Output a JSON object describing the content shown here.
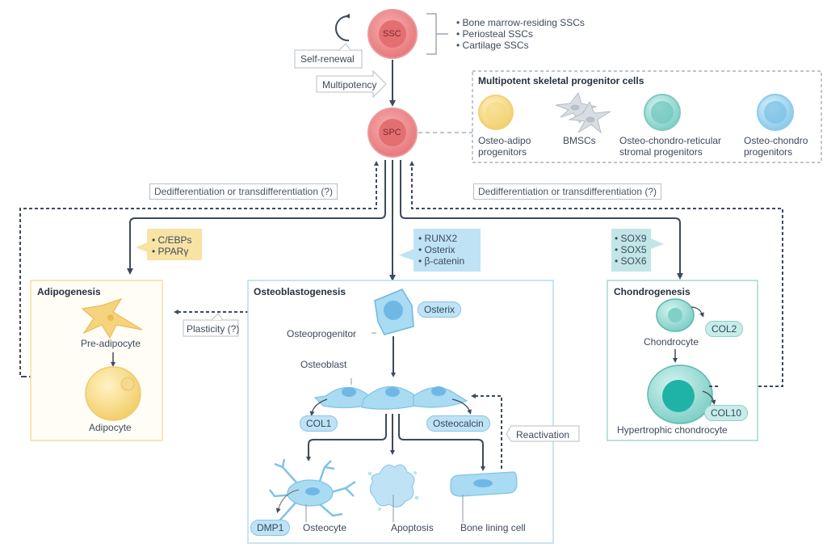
{
  "ssc": {
    "label": "SSC",
    "self_renewal": "Self-renewal",
    "multipotency": "Multipotency",
    "types": [
      "Bone marrow-residing SSCs",
      "Periosteal SSCs",
      "Cartilage SSCs"
    ]
  },
  "spc": {
    "label": "SPC"
  },
  "progenitors": {
    "title": "Multipotent skeletal progenitor cells",
    "items": [
      {
        "line1": "Osteo-adipo",
        "line2": "progenitors"
      },
      {
        "line1": "BMSCs",
        "line2": ""
      },
      {
        "line1": "Osteo-chondro-reticular",
        "line2": "stromal progenitors"
      },
      {
        "line1": "Osteo-chondro",
        "line2": "progenitors"
      }
    ]
  },
  "dedifferentiation_left": "Dedifferentiation or transdifferentiation (?)",
  "dedifferentiation_right": "Dedifferentiation or transdifferentiation (?)",
  "transcription_factors": {
    "adipo": [
      "C/EBPs",
      "PPARγ"
    ],
    "osteo": [
      "RUNX2",
      "Osterix",
      "β-catenin"
    ],
    "chondro": [
      "SOX9",
      "SOX5",
      "SOX6"
    ]
  },
  "adipogenesis": {
    "title": "Adipogenesis",
    "pre_adipocyte": "Pre-adipocyte",
    "adipocyte": "Adipocyte"
  },
  "plasticity": "Plasticity (?)",
  "osteoblastogenesis": {
    "title": "Osteoblastogenesis",
    "osteoprogenitor": "Osteoprogenitor",
    "osterix": "Osterix",
    "osteoblast": "Osteoblast",
    "col1": "COL1",
    "osteocalcin": "Osteocalcin",
    "reactivation": "Reactivation",
    "dmp1": "DMP1",
    "osteocyte": "Osteocyte",
    "apoptosis": "Apoptosis",
    "bone_lining_cell": "Bone lining cell"
  },
  "chondrogenesis": {
    "title": "Chondrogenesis",
    "chondrocyte": "Chondrocyte",
    "col2": "COL2",
    "col10": "COL10",
    "hypertrophic": "Hypertrophic chondrocyte"
  },
  "colors": {
    "stem_red": "#e8686c",
    "adipo_yellow": "#f6d77e",
    "osteo_blue": "#9fd3f0",
    "chondro_teal": "#7fd0c7",
    "arrow": "#3d4a5c"
  }
}
